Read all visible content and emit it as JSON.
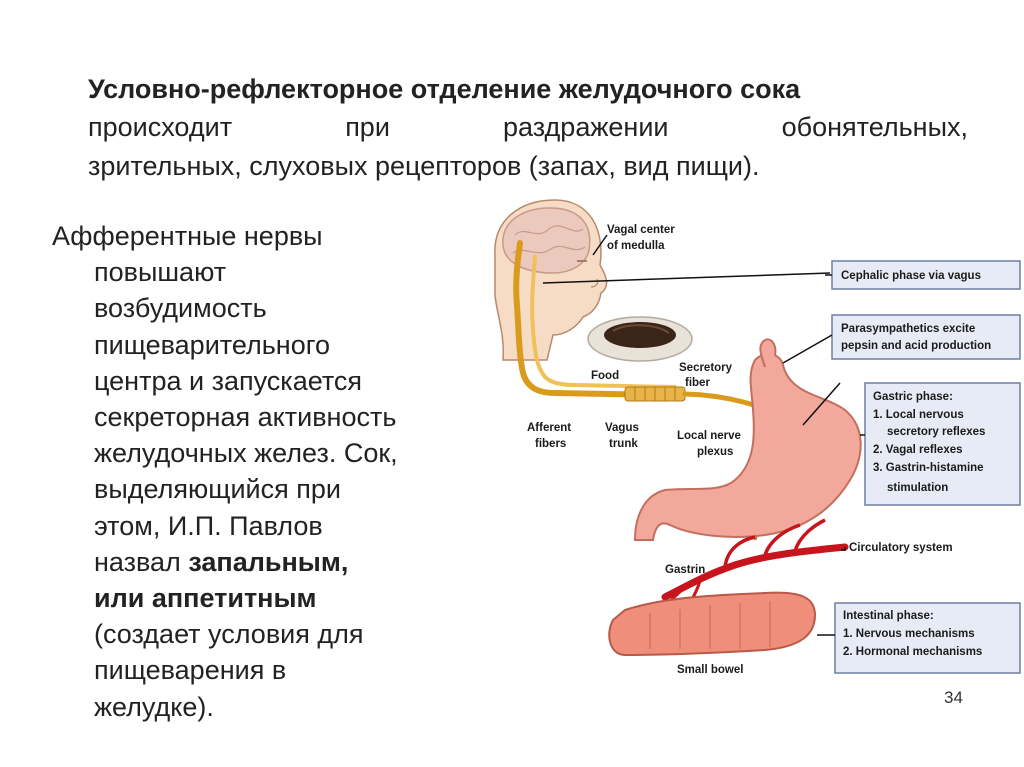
{
  "heading": {
    "bold_line": "Условно-рефлекторное отделение желудочного сока",
    "line2_words": [
      "происходит",
      "при",
      "раздражении",
      "обонятельных,"
    ],
    "line3": "зрительных, слуховых рецепторов (запах, вид пищи)."
  },
  "body": {
    "lines": [
      "Афферентные нервы",
      "повышают",
      "возбудимость",
      "пищеварительного",
      "центра и запускается",
      "секреторная активность",
      "желудочных желез. Сок,",
      "выделяющийся при",
      "этом, И.П. Павлов"
    ],
    "line10_prefix": "назвал ",
    "bold1": "запальным,",
    "bold2": "или аппетитным",
    "line12": "(создает условия для",
    "line13": "пищеварения в",
    "line14": "желудке)."
  },
  "figure": {
    "labels": {
      "vagal_center_1": "Vagal center",
      "vagal_center_2": "of medulla",
      "food": "Food",
      "secretory_1": "Secretory",
      "secretory_2": "fiber",
      "afferent_1": "Afferent",
      "afferent_2": "fibers",
      "vagus_1": "Vagus",
      "vagus_2": "trunk",
      "local_nerve_1": "Local nerve",
      "local_nerve_2": "plexus",
      "gastrin": "Gastrin",
      "circulatory": "Circulatory system",
      "small_bowel": "Small bowel"
    },
    "boxes": {
      "cephalic": "Cephalic phase via vagus",
      "parasym_1": "Parasympathetics excite",
      "parasym_2": "pepsin and acid production",
      "gastric_title": "Gastric phase:",
      "gastric_1": "1. Local nervous",
      "gastric_1b": "secretory reflexes",
      "gastric_2": "2. Vagal reflexes",
      "gastric_3": "3. Gastrin-histamine",
      "gastric_3b": "stimulation",
      "intestinal_title": "Intestinal phase:",
      "intestinal_1": "1. Nervous mechanisms",
      "intestinal_2": "2. Hormonal mechanisms"
    }
  },
  "page_number": "34",
  "colors": {
    "nerve": "#d99a1e",
    "stomach": "#f2a89a",
    "vessel": "#c8141c",
    "box_fill": "#e6ebf5",
    "box_border": "#6e7fa6"
  }
}
